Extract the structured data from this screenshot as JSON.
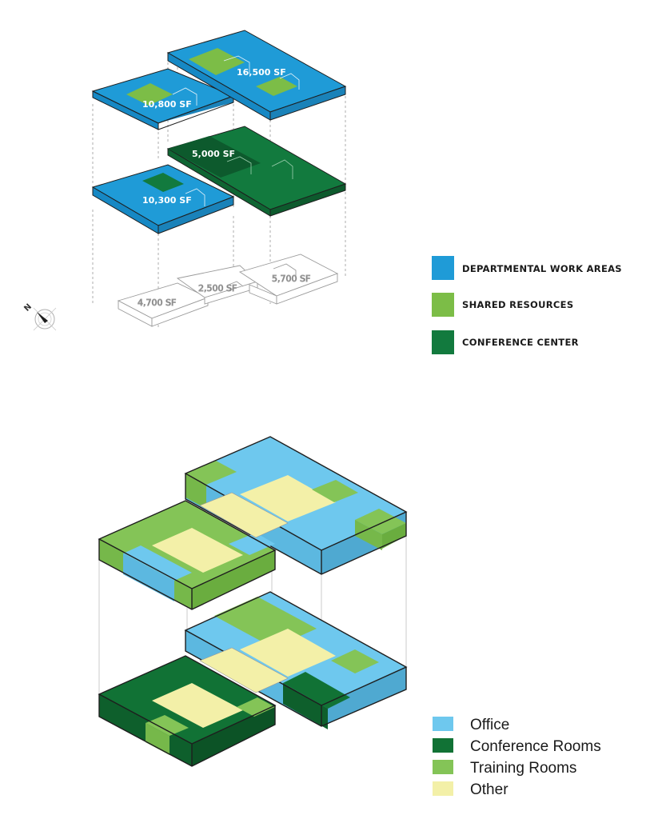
{
  "top_diagram": {
    "block_labels": {
      "upper_right": "16,500 SF",
      "upper_left": "10,800 SF",
      "middle_center": "5,000 SF",
      "middle_left": "10,300 SF",
      "ground_left": "4,700 SF",
      "ground_center": "2,500 SF",
      "ground_right": "5,700 SF"
    },
    "compass_letter": "N",
    "legend": [
      {
        "label": "DEPARTMENTAL WORK AREAS",
        "color": "#1f9bd7"
      },
      {
        "label": "SHARED RESOURCES",
        "color": "#7cbd47"
      },
      {
        "label": "CONFERENCE CENTER",
        "color": "#127a3e"
      }
    ]
  },
  "bottom_diagram": {
    "legend": [
      {
        "label": "Office",
        "color": "#6ec8ee"
      },
      {
        "label": "Conference Rooms",
        "color": "#117235"
      },
      {
        "label": "Training Rooms",
        "color": "#84c457"
      },
      {
        "label": "Other",
        "color": "#f3f0a8"
      }
    ]
  }
}
